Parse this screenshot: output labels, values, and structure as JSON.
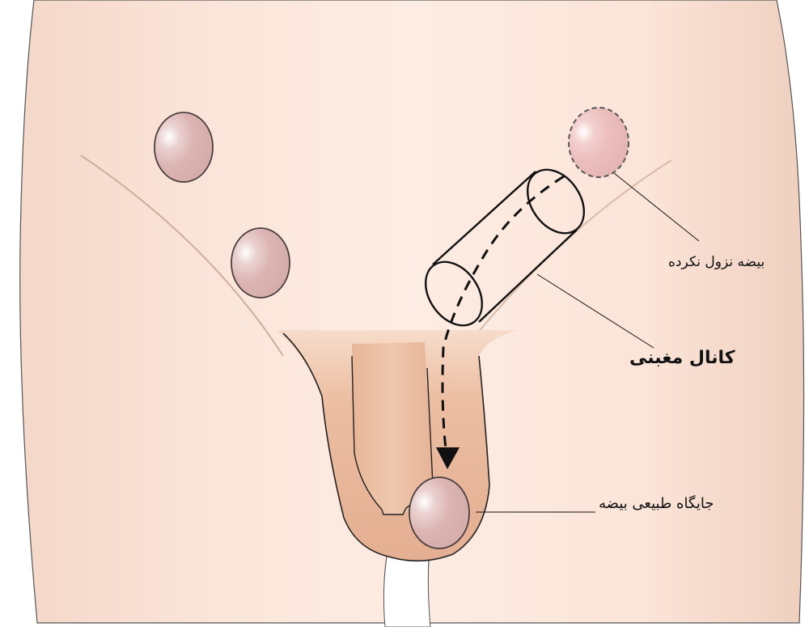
{
  "diagram": {
    "subject": "undescended testicle (cryptorchidism) - inguinal canal illustration",
    "labels": {
      "undescended_testicle": "بیضه نزول نکرده",
      "inguinal_canal": "کانال مغبنی",
      "normal_testis_position": "جایگاه طبیعی بیضه"
    },
    "colors": {
      "skin_light": "#fdebe2",
      "skin_edge": "#f3d8c9",
      "scrotum": "#e8b89a",
      "penis": "#ecc1a4",
      "testis": "#dcb3b1",
      "testis_undescended": "#ebbcbc",
      "outline": "#222222",
      "groin_line": "#cfae9c"
    }
  }
}
